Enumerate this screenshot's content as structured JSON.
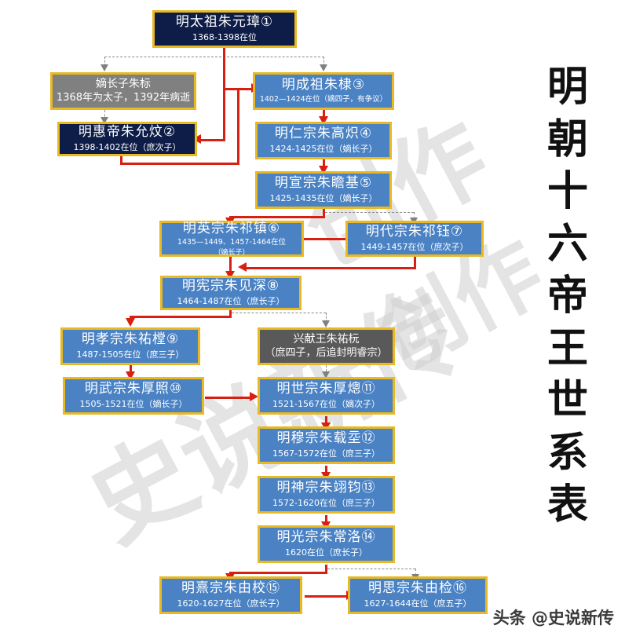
{
  "title_vertical": "明朝十六帝王世系表",
  "title_vertical_chars": [
    "明",
    "朝",
    "十",
    "六",
    "帝",
    "王",
    "世",
    "系",
    "表"
  ],
  "brand": "头条 @史说新传",
  "watermark_text": [
    "史说新传原创作",
    "史说新传",
    "创作"
  ],
  "colors": {
    "box_border": "#e8b923",
    "box_dark": "#0e1d48",
    "box_blue": "#4a82c4",
    "box_gray": "#808080",
    "box_gray_dark": "#595959",
    "arrow_red": "#d91f11",
    "arrow_gray": "#808080",
    "background": "#ffffff"
  },
  "nodes": [
    {
      "id": "n1",
      "title": "明太祖朱元璋①",
      "sub": "1368-1398在位",
      "sub2": "",
      "style": "dark"
    },
    {
      "id": "n_zhubiao",
      "title": "嫡长子朱标",
      "sub": "1368年为太子，1392年病逝",
      "sub2": "",
      "style": "gray"
    },
    {
      "id": "n2",
      "title": "明惠帝朱允炆②",
      "sub": "1398-1402在位（庶次子）",
      "sub2": "",
      "style": "dark"
    },
    {
      "id": "n3",
      "title": "明成祖朱棣③",
      "sub": "1402—1424在位（嫡四子，有争议）",
      "sub2": "",
      "style": "blue"
    },
    {
      "id": "n4",
      "title": "明仁宗朱高炽④",
      "sub": "1424-1425在位（嫡长子）",
      "sub2": "",
      "style": "blue"
    },
    {
      "id": "n5",
      "title": "明宣宗朱瞻基⑤",
      "sub": "1425-1435在位（嫡长子）",
      "sub2": "",
      "style": "blue"
    },
    {
      "id": "n6",
      "title": "明英宗朱祁镇⑥",
      "sub": "1435—1449、1457-1464在位",
      "sub2": "（嫡长子）",
      "style": "blue"
    },
    {
      "id": "n7",
      "title": "明代宗朱祁钰⑦",
      "sub": "1449-1457在位（庶次子）",
      "sub2": "",
      "style": "blue"
    },
    {
      "id": "n8",
      "title": "明宪宗朱见深⑧",
      "sub": "1464-1487在位（庶长子）",
      "sub2": "",
      "style": "blue"
    },
    {
      "id": "n9",
      "title": "明孝宗朱祐樘⑨",
      "sub": "1487-1505在位（庶三子）",
      "sub2": "",
      "style": "blue"
    },
    {
      "id": "n_xingxian",
      "title": "兴献王朱祐杬",
      "sub": "（庶四子，后追封明睿宗）",
      "sub2": "",
      "style": "gray2"
    },
    {
      "id": "n10",
      "title": "明武宗朱厚照⑩",
      "sub": "1505-1521在位（嫡长子）",
      "sub2": "",
      "style": "blue"
    },
    {
      "id": "n11",
      "title": "明世宗朱厚熜⑪",
      "sub": "1521-1567在位（嫡次子）",
      "sub2": "",
      "style": "blue"
    },
    {
      "id": "n12",
      "title": "明穆宗朱载坖⑫",
      "sub": "1567-1572在位（庶三子）",
      "sub2": "",
      "style": "blue"
    },
    {
      "id": "n13",
      "title": "明神宗朱翊钧⑬",
      "sub": "1572-1620在位（庶三子）",
      "sub2": "",
      "style": "blue"
    },
    {
      "id": "n14",
      "title": "明光宗朱常洛⑭",
      "sub": "1620在位（庶长子）",
      "sub2": "",
      "style": "blue"
    },
    {
      "id": "n15",
      "title": "明熹宗朱由校⑮",
      "sub": "1620-1627在位（庶长子）",
      "sub2": "",
      "style": "blue"
    },
    {
      "id": "n16",
      "title": "明思宗朱由检⑯",
      "sub": "1627-1644在位（庶五子）",
      "sub2": "",
      "style": "blue"
    }
  ]
}
